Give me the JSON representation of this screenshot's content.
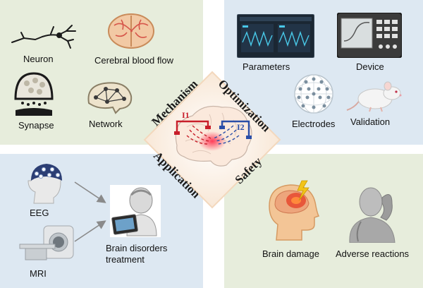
{
  "quadrants": {
    "mechanism": {
      "title": "Mechanism",
      "items": [
        "Neuron",
        "Cerebral blood flow",
        "Synapse",
        "Network"
      ],
      "color": "#e7eddc"
    },
    "optimization": {
      "title": "Optimization",
      "items": [
        "Parameters",
        "Device",
        "Electrodes",
        "Validation"
      ],
      "color": "#dde8f2"
    },
    "application": {
      "title": "Application",
      "items": [
        "EEG",
        "MRI",
        "Brain disorders\ntreatment"
      ],
      "color": "#dde8f2"
    },
    "safety": {
      "title": "Safety",
      "items": [
        "Brain damage",
        "Adverse reactions"
      ],
      "color": "#e7eddc"
    }
  },
  "center": {
    "electrode_labels": [
      "I1",
      "I2"
    ],
    "center_color": "#f7e3cf"
  },
  "icons": [
    "neuron-icon",
    "brain-vessel-icon",
    "synapse-icon",
    "brain-network-icon",
    "parameters-screen-icon",
    "device-icon",
    "electrode-grid-icon",
    "rat-icon",
    "eeg-cap-icon",
    "mri-scanner-icon",
    "patient-tablet-icon",
    "brain-damage-head-icon",
    "headache-person-icon"
  ]
}
